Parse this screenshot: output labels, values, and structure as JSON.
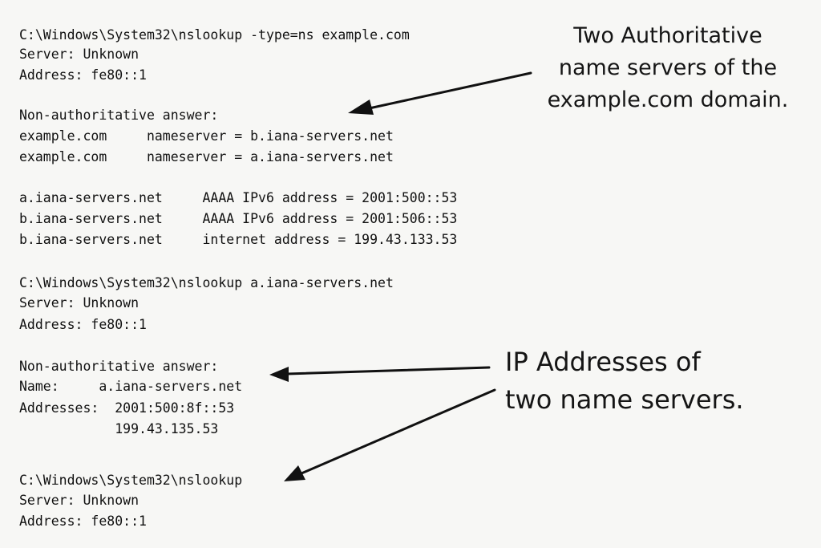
{
  "terminal": {
    "lines": [
      {
        "text": "C:\\Windows\\System32\\nslookup -type=ns example.com"
      },
      {
        "text": "Server: Unknown"
      },
      {
        "text": "Address: fe80::1"
      },
      {
        "text": "Non-authoritative answer:"
      },
      {
        "text": "example.com     nameserver = b.iana-servers.net"
      },
      {
        "text": "example.com     nameserver = a.iana-servers.net"
      },
      {
        "text": "a.iana-servers.net     AAAA IPv6 address = 2001:500::53"
      },
      {
        "text": "b.iana-servers.net     AAAA IPv6 address = 2001:506::53"
      },
      {
        "text": "b.iana-servers.net     internet address = 199.43.133.53"
      },
      {
        "text": "C:\\Windows\\System32\\nslookup a.iana-servers.net"
      },
      {
        "text": "Server: Unknown"
      },
      {
        "text": "Address: fe80::1"
      },
      {
        "text": "Non-authoritative answer:"
      },
      {
        "text": "Name:     a.iana-servers.net"
      },
      {
        "text": "Addresses:  2001:500:8f::53"
      },
      {
        "text": "            199.43.135.53"
      },
      {
        "text": "C:\\Windows\\System32\\nslookup"
      },
      {
        "text": "Server: Unknown"
      },
      {
        "text": "Address: fe80::1"
      }
    ]
  },
  "annotations": {
    "authoritative_note": {
      "lines": [
        "Two Authoritative",
        "name servers of the",
        "example.com domain."
      ]
    },
    "ip_note": {
      "lines": [
        "IP Addresses of",
        "two name servers."
      ]
    }
  },
  "colors": {
    "background": "#f7f7f5",
    "text": "#111111",
    "arrow": "#111111"
  }
}
